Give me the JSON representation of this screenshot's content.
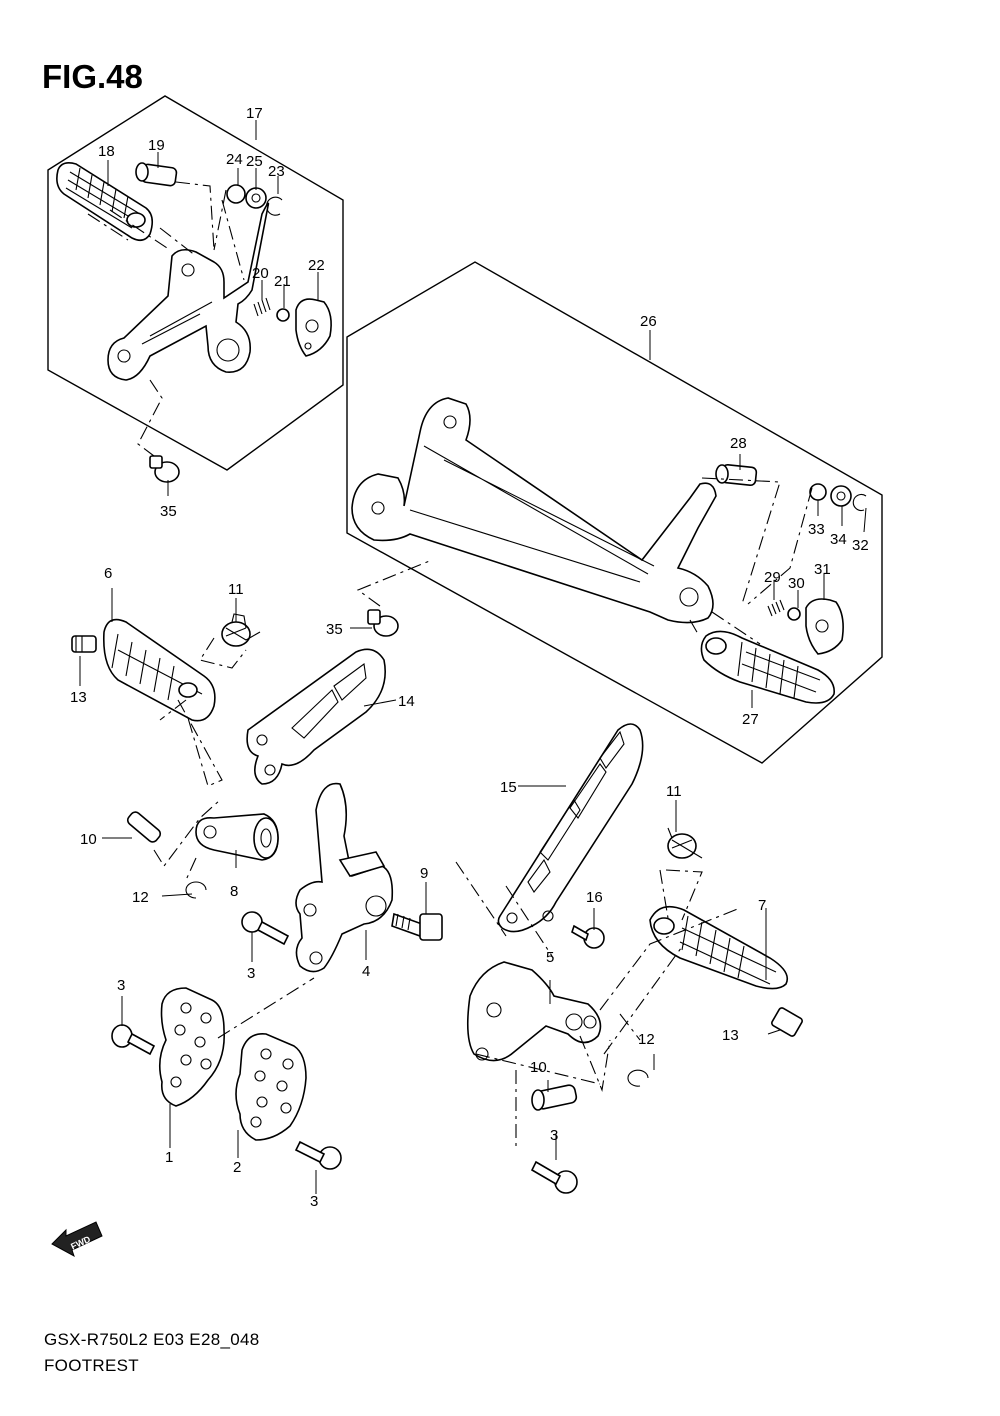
{
  "figure": {
    "title": "FIG.48",
    "model_code": "GSX-R750L2 E03 E28_048",
    "section_name": "FOOTREST",
    "fwd_label": "FWD"
  },
  "callouts": {
    "c1": "1",
    "c2": "2",
    "c3a": "3",
    "c3b": "3",
    "c3c": "3",
    "c3d": "3",
    "c4": "4",
    "c5": "5",
    "c6": "6",
    "c7": "7",
    "c8": "8",
    "c9": "9",
    "c10a": "10",
    "c10b": "10",
    "c11a": "11",
    "c11b": "11",
    "c12a": "12",
    "c12b": "12",
    "c13a": "13",
    "c13b": "13",
    "c14": "14",
    "c15": "15",
    "c16": "16",
    "c17": "17",
    "c18": "18",
    "c19": "19",
    "c20": "20",
    "c21": "21",
    "c22": "22",
    "c23": "23",
    "c24": "24",
    "c25": "25",
    "c26": "26",
    "c27": "27",
    "c28": "28",
    "c29": "29",
    "c30": "30",
    "c31": "31",
    "c32": "32",
    "c33": "33",
    "c34": "34",
    "c35a": "35",
    "c35b": "35"
  }
}
